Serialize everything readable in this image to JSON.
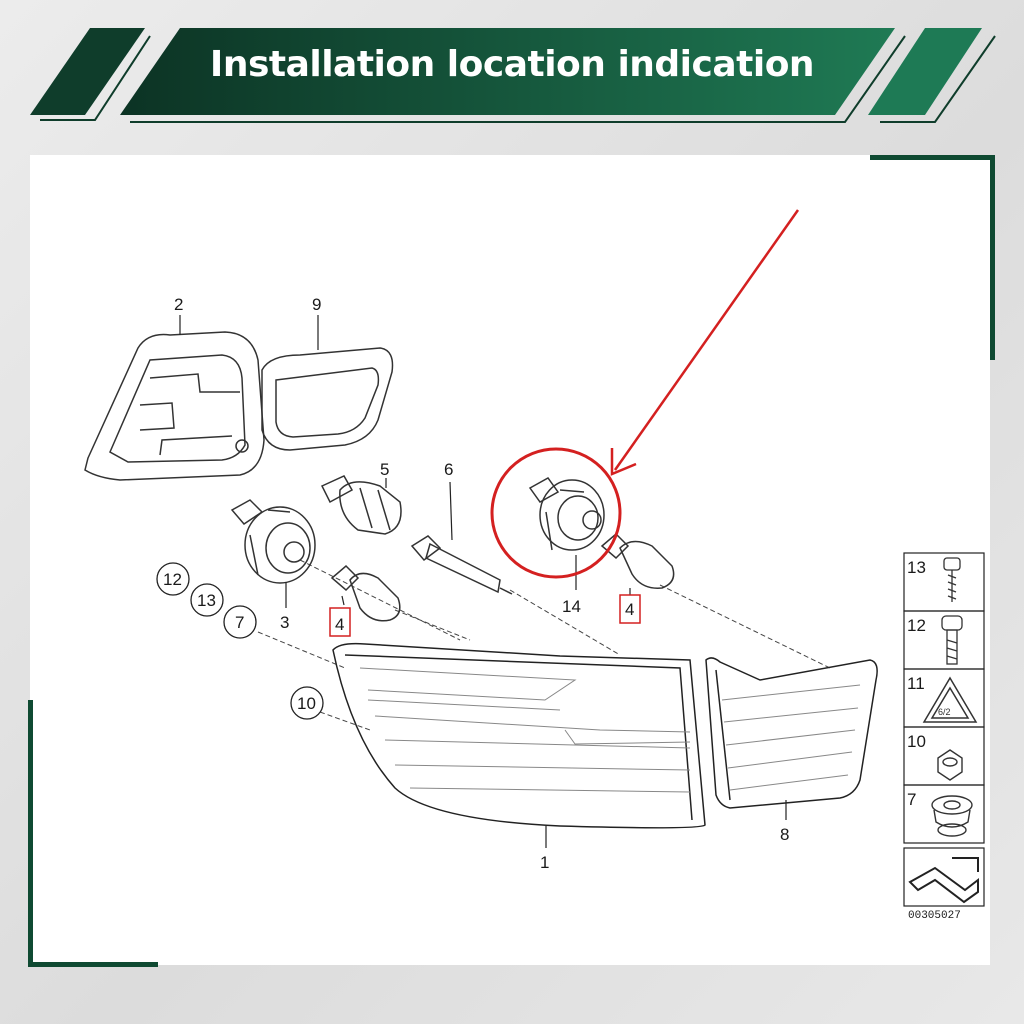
{
  "banner": {
    "title": "Installation location indication"
  },
  "colors": {
    "accent_dark": "#0e3b2a",
    "accent_light": "#1e7a55",
    "highlight_red": "#d42020"
  },
  "labels": {
    "l1": "1",
    "l2": "2",
    "l3": "3",
    "l4a": "4",
    "l4b": "4",
    "l5": "5",
    "l6": "6",
    "l7": "7",
    "l8": "8",
    "l9": "9",
    "l10": "10",
    "l12": "12",
    "l13": "13",
    "l14": "14"
  },
  "legend": {
    "items": [
      {
        "num": "13",
        "icon": "screw-icon"
      },
      {
        "num": "12",
        "icon": "bolt-icon"
      },
      {
        "num": "11",
        "icon": "warning-triangle-icon"
      },
      {
        "num": "10",
        "icon": "hex-nut-icon"
      },
      {
        "num": "7",
        "icon": "grommet-icon"
      }
    ],
    "code": "00305027"
  }
}
